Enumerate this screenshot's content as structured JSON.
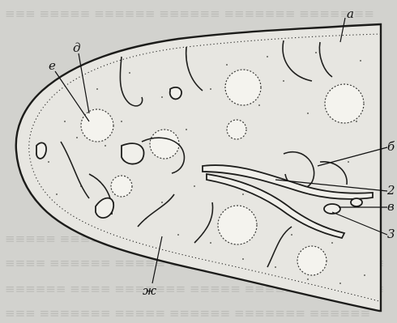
{
  "labels": {
    "a": "а",
    "b": "б",
    "v": "в",
    "d": "д",
    "e": "е",
    "zh": "ж",
    "n2": "2",
    "n3": "3"
  }
}
